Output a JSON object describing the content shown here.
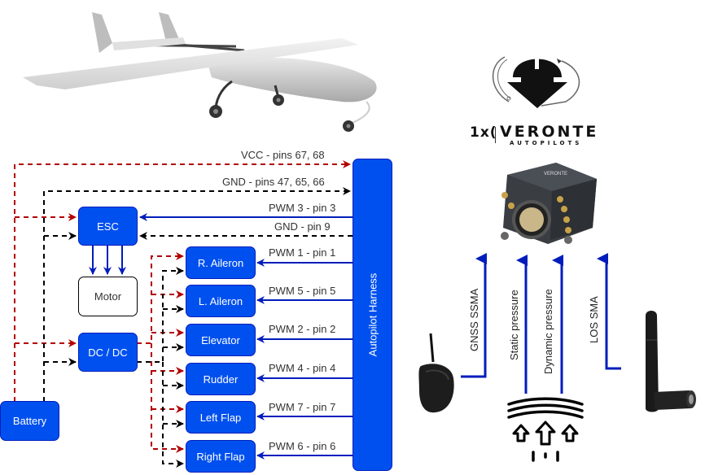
{
  "harness": {
    "label": "Autopilot Harness"
  },
  "boxes": {
    "esc": "ESC",
    "motor": "Motor",
    "dcdc": "DC / DC",
    "battery": "Battery",
    "r_aileron": "R. Aileron",
    "l_aileron": "L. Aileron",
    "elevator": "Elevator",
    "rudder": "Rudder",
    "left_flap": "Left Flap",
    "right_flap": "Right Flap"
  },
  "wire_labels": {
    "vcc": "VCC - pins 67, 68",
    "gnd_main": "GND - pins 47, 65, 66",
    "pwm3": "PWM 3 - pin 3",
    "gnd9": "GND - pin 9",
    "pwm1": "PWM 1 - pin 1",
    "pwm5": "PWM 5 - pin 5",
    "pwm2": "PWM 2 - pin 2",
    "pwm4": "PWM 4 - pin 4",
    "pwm7": "PWM 7 - pin 7",
    "pwm6": "PWM 6 - pin 6"
  },
  "sensor_labels": {
    "gnss": "GNSS SSMA",
    "static": "Static pressure",
    "dynamic": "Dynamic pressure",
    "los": "LOS SMA"
  },
  "logo": {
    "brand": "VERONTE",
    "sub": "AUTOPILOTS",
    "mark": "1x("
  },
  "images": [
    "uav-airplane",
    "veronte-logo",
    "veronte-autopilot-unit",
    "gnss-antenna",
    "airflow-icon",
    "los-antenna"
  ],
  "colors": {
    "box_fill": "#0050ef",
    "power_wire": "#b20000",
    "ground_wire": "#000000",
    "signal_wire": "#001dbc"
  }
}
